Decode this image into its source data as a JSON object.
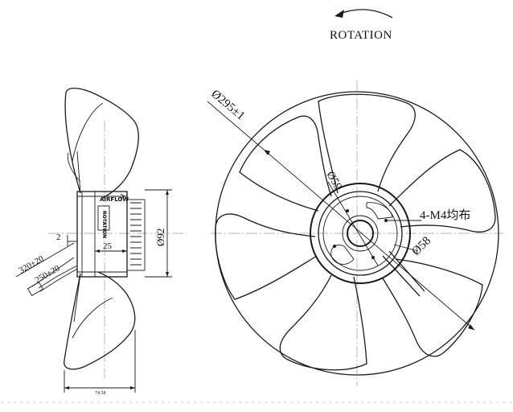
{
  "rotation_label": "ROTATION",
  "side_view": {
    "airflow_label": "AIRFLOW",
    "rotation_label_small": "ROTATION",
    "dim_gap": "2",
    "dim_hub_depth": "25",
    "dim_hub_diameter": "Ø92",
    "dim_cable_outer": "320±20",
    "dim_cable_inner": "250±20",
    "dim_overall_depth": "74.58"
  },
  "front_view": {
    "dim_fan_diameter": "Ø295±1",
    "dim_inner_circle": "Ø59",
    "dim_mount_holes": "4-M4均布",
    "dim_hub_circle": "Ø58"
  }
}
